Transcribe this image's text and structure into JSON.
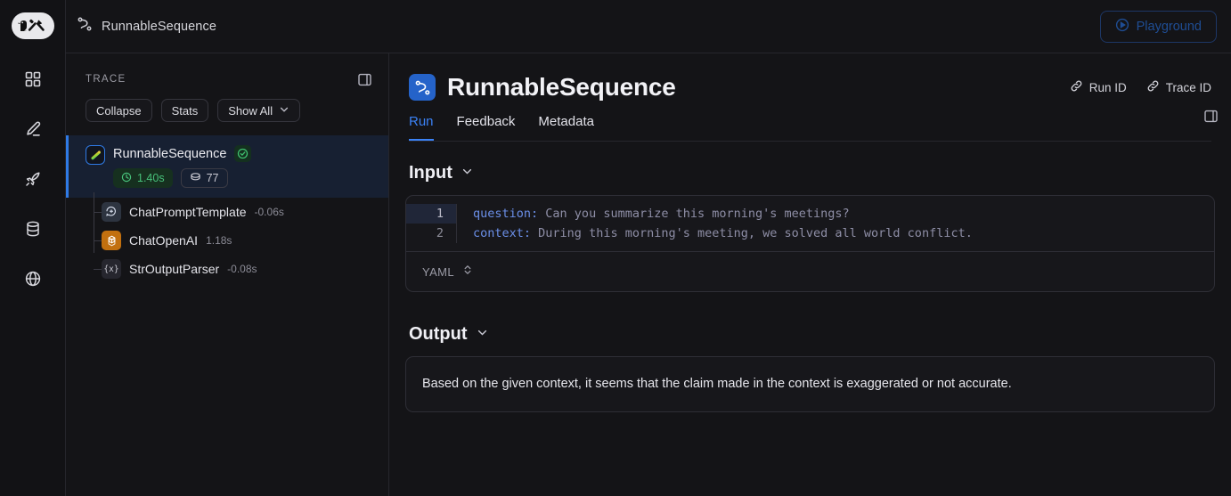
{
  "brand": {
    "logo_name": "langchain-parrot-logo"
  },
  "rail": {
    "items": [
      {
        "name": "projects",
        "icon": "grid-icon"
      },
      {
        "name": "annotate",
        "icon": "pencil-icon"
      },
      {
        "name": "deployments",
        "icon": "rocket-icon"
      },
      {
        "name": "datasets",
        "icon": "database-icon"
      },
      {
        "name": "explorer",
        "icon": "globe-icon"
      }
    ]
  },
  "topbar": {
    "breadcrumb": "RunnableSequence",
    "breadcrumb_icon": "workflow-icon",
    "playground_label": "Playground",
    "playground_icon": "play-circle-icon",
    "playground_color": "#1f4d93"
  },
  "trace": {
    "title": "TRACE",
    "collapse_panel_icon": "panel-toggle-icon",
    "tools": [
      {
        "label": "Collapse",
        "name": "collapse-button"
      },
      {
        "label": "Stats",
        "name": "stats-button"
      },
      {
        "label": "Show All",
        "name": "show-all-dropdown",
        "chevron": "chevron-down-icon"
      }
    ],
    "nodes": [
      {
        "name": "RunnableSequence",
        "icon": "langchain-chain-icon",
        "status": "success",
        "status_icon": "check-circle-icon",
        "duration": "1.40s",
        "duration_icon": "clock-icon",
        "tokens": "77",
        "tokens_icon": "token-coin-icon",
        "selected": true
      },
      {
        "name": "ChatPromptTemplate",
        "icon": "chat-prompt-icon",
        "duration": "-0.06s"
      },
      {
        "name": "ChatOpenAI",
        "icon": "openai-icon",
        "duration": "1.18s"
      },
      {
        "name": "StrOutputParser",
        "icon": "braces-x-icon",
        "duration": "-0.08s"
      }
    ]
  },
  "detail": {
    "title": "RunnableSequence",
    "title_icon": "workflow-icon",
    "run_id_label": "Run ID",
    "trace_id_label": "Trace ID",
    "link_icon": "link-icon",
    "panel_toggle_icon": "panel-toggle-icon",
    "tabs": [
      {
        "label": "Run",
        "active": true
      },
      {
        "label": "Feedback",
        "active": false
      },
      {
        "label": "Metadata",
        "active": false
      }
    ],
    "accent_color": "#3b82f6",
    "input": {
      "heading": "Input",
      "chevron": "chevron-down-icon",
      "format": "YAML",
      "format_stepper_icon": "chevron-up-down-icon",
      "lines": [
        {
          "no": "1",
          "key": "question",
          "value": "Can you summarize this morning's meetings?",
          "active": true
        },
        {
          "no": "2",
          "key": "context",
          "value": "During this morning's meeting, we solved all world conflict.",
          "active": false
        }
      ]
    },
    "output": {
      "heading": "Output",
      "chevron": "chevron-down-icon",
      "text": "Based on the given context, it seems that the claim made in the context is exaggerated or not accurate."
    }
  }
}
